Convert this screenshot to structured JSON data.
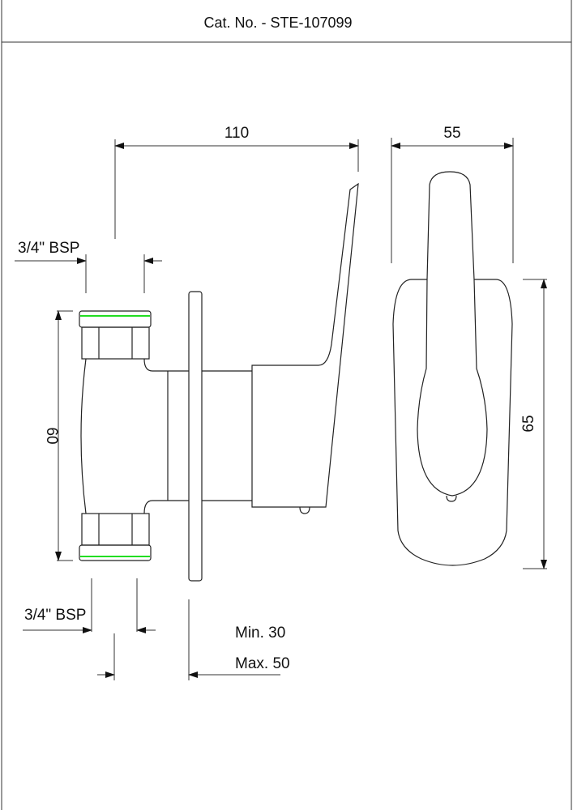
{
  "header": {
    "title": "Cat. No. - STE-107099"
  },
  "dimensions": {
    "overall_depth": "110",
    "front_width": "55",
    "front_height": "65",
    "inlet_spacing": "60",
    "top_inlet_thread": "3/4\" BSP",
    "bottom_inlet_thread": "3/4\" BSP",
    "wall_min": "Min. 30",
    "wall_max": "Max. 50"
  },
  "colors": {
    "line": "#222222",
    "thread_marker": "#22dd22"
  }
}
